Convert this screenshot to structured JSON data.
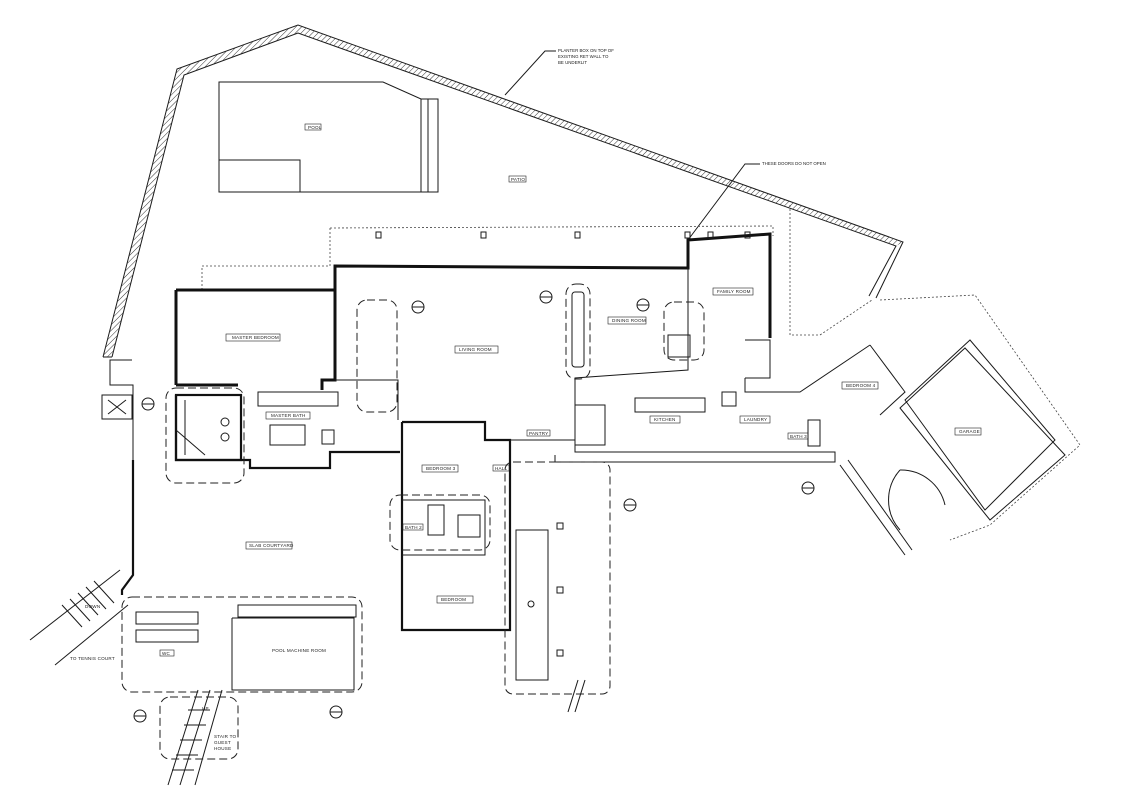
{
  "plan": {
    "notes": {
      "planter": [
        "PLANTER BOX ON TOP OF",
        "EXISTING RET WALL TO",
        "BE UNDERLIT"
      ],
      "doors": "THESE DOORS DO NOT OPEN"
    },
    "rooms": {
      "pool": "POOL",
      "patio": "PATIO",
      "master_bedroom": "MASTER BEDROOM",
      "living": "LIVING ROOM",
      "dining": "DINING ROOM",
      "family": "FAMILY ROOM",
      "kitchen": "KITCHEN",
      "master_bath": "MASTER BATH",
      "bedroom3": "BEDROOM 3",
      "bedroom2": "BEDROOM",
      "bath2": "BATH 2",
      "hall": "HALL",
      "pantry": "PANTRY",
      "laundry": "LAUNDRY",
      "bath3": "BATH 3",
      "bedroom4": "BEDROOM 4",
      "garage": "GARAGE",
      "courtyard": "SLAB COURTYARD",
      "pool_machine": "POOL MACHINE ROOM",
      "wc": "WC"
    },
    "stairs": {
      "down": "DOWN",
      "tennis": "TO TENNIS COURT",
      "up": "UP",
      "guest": [
        "STAIR TO",
        "GUEST",
        "HOUSE"
      ]
    }
  }
}
